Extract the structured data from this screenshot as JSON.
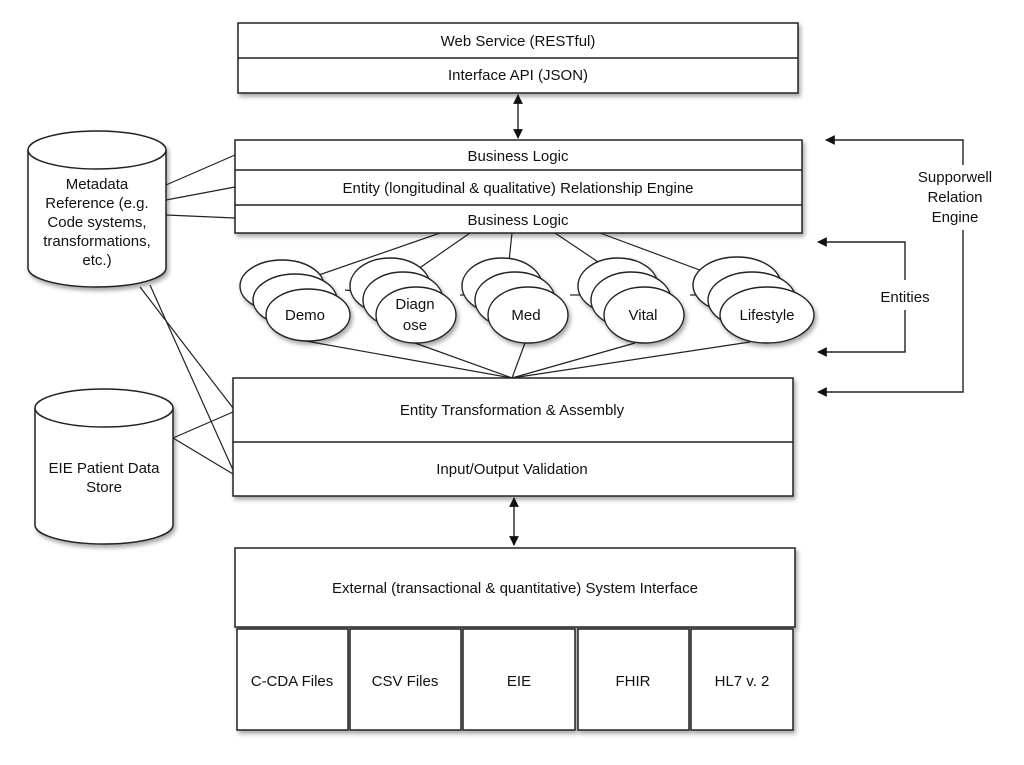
{
  "layers": {
    "web_service": "Web Service (RESTful)",
    "interface_api": "Interface API (JSON)",
    "business_logic_top": "Business Logic",
    "relationship_engine": "Entity (longitudinal & qualitative) Relationship Engine",
    "business_logic_bottom": "Business Logic",
    "transformation": "Entity Transformation & Assembly",
    "validation": "Input/Output Validation",
    "external_interface": "External (transactional & quantitative) System Interface"
  },
  "entities": [
    {
      "lines": [
        "Demo"
      ]
    },
    {
      "lines": [
        "Diagn",
        "ose"
      ]
    },
    {
      "lines": [
        "Med"
      ]
    },
    {
      "lines": [
        "Vital"
      ]
    },
    {
      "lines": [
        "Lifestyle"
      ]
    }
  ],
  "formats": [
    "C-CDA Files",
    "CSV Files",
    "EIE",
    "FHIR",
    "HL7 v. 2"
  ],
  "metadata_store": {
    "lines": [
      "Metadata",
      "Reference (e.g.",
      "Code systems,",
      "transformations,",
      "etc.)"
    ]
  },
  "patient_store": {
    "lines": [
      "EIE Patient Data",
      "Store"
    ]
  },
  "side_labels": {
    "supporwell": [
      "Supporwell",
      "Relation",
      "Engine"
    ],
    "entities": "Entities"
  }
}
